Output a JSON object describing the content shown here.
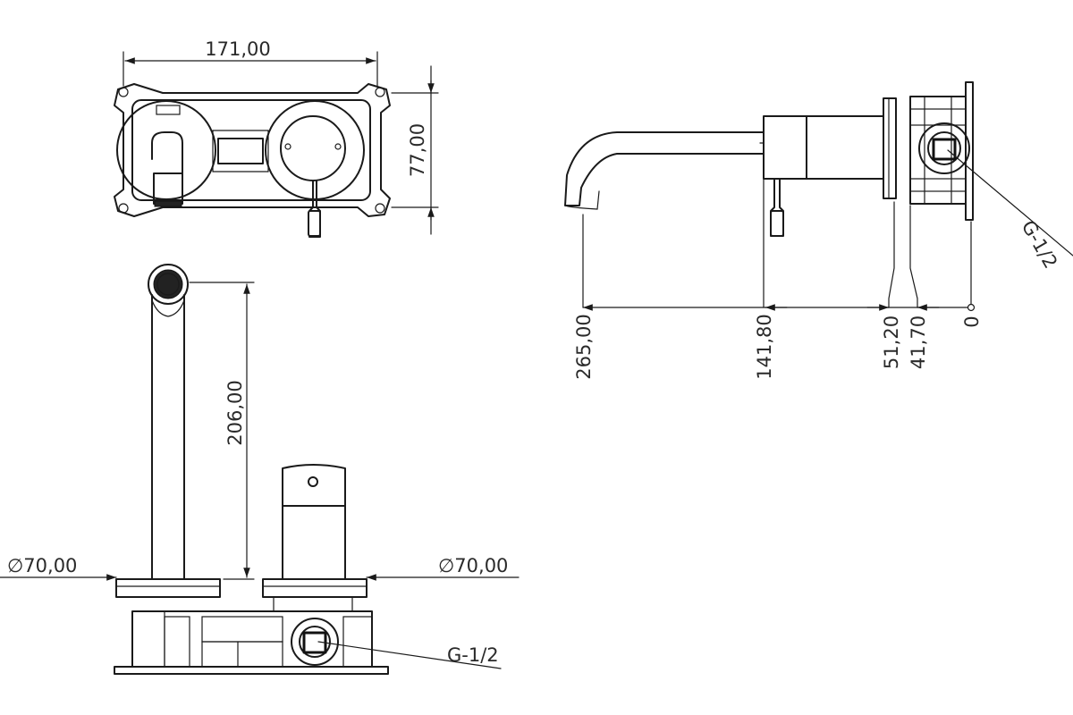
{
  "dimensions": {
    "top_width": "171,00",
    "top_height": "77,00",
    "front_height": "206,00",
    "left_plate_diameter": "70,00",
    "right_plate_diameter": "70,00",
    "thread_front": "G-1/2",
    "thread_side": "G-1/2",
    "side_spout_reach": "265,00",
    "side_handle_offset": "141,80",
    "side_plate_a": "51,20",
    "side_plate_b": "41,70",
    "side_zero": "0"
  },
  "symbols": {
    "diameter": "∅"
  },
  "colors": {
    "line": "#1a1a1a",
    "background": "#ffffff"
  }
}
